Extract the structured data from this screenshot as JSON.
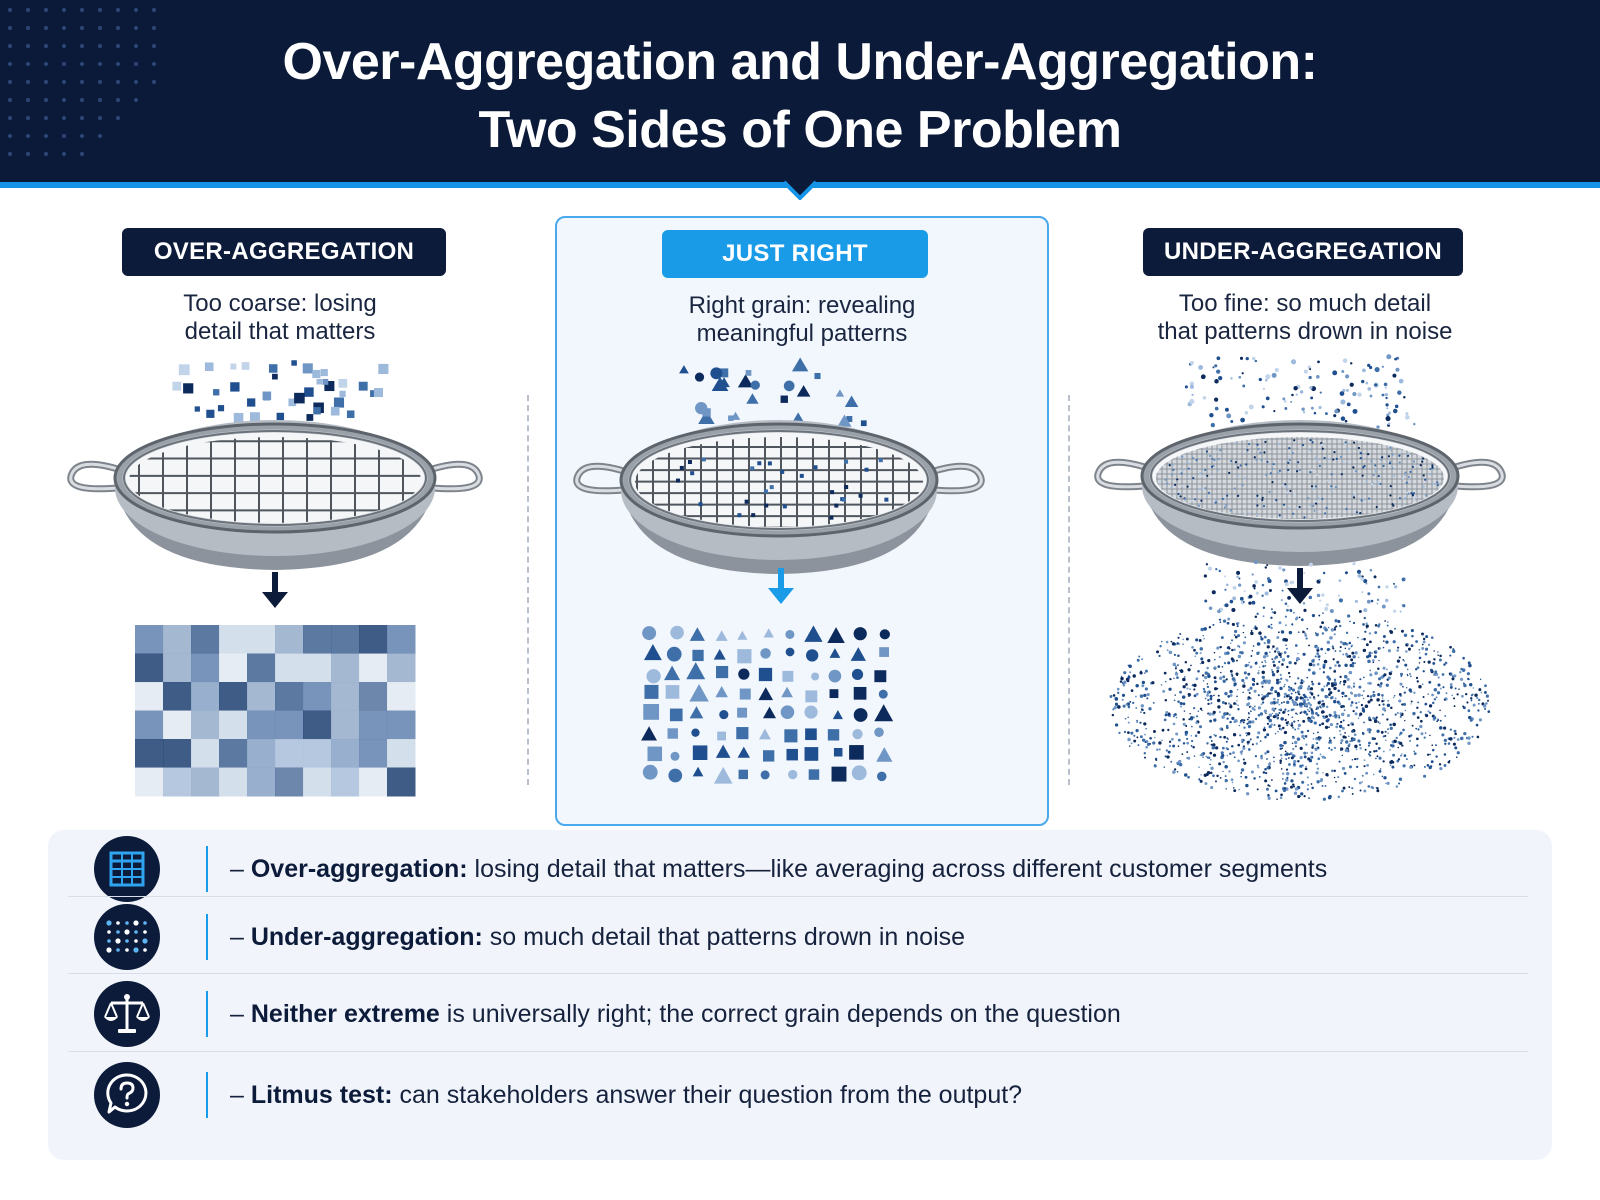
{
  "header": {
    "title_line1": "Over-Aggregation and Under-Aggregation:",
    "title_line2": "Two Sides of One Problem"
  },
  "panels": {
    "over": {
      "badge": "OVER-AGGREGATION",
      "subtitle_line1": "Too coarse: losing",
      "subtitle_line2": "detail that matters"
    },
    "just": {
      "badge": "JUST RIGHT",
      "subtitle_line1": "Right grain: revealing",
      "subtitle_line2": "meaningful patterns"
    },
    "under": {
      "badge": "UNDER-AGGREGATION",
      "subtitle_line1": "Too fine: so much detail",
      "subtitle_line2": "that patterns drown in noise"
    }
  },
  "points": [
    {
      "prefix": "– ",
      "bold": "Over-aggregation:",
      "text": " losing detail that matters—like averaging across different customer segments",
      "icon": "table-grid-icon"
    },
    {
      "prefix": "– ",
      "bold": "Under-aggregation:",
      "text": " so much detail that patterns drown in noise",
      "icon": "dots-scatter-icon"
    },
    {
      "prefix": "– ",
      "bold": "Neither extreme",
      "text": " is universally right; the correct grain depends on the question",
      "icon": "balance-scale-icon"
    },
    {
      "prefix": "– ",
      "bold": "Litmus test:",
      "text": " can stakeholders answer their question from the output?",
      "icon": "question-bubble-icon"
    }
  ],
  "colors": {
    "navy": "#0b1a38",
    "accent_blue": "#1593e6",
    "panel_highlight_bg": "#f2f7fd"
  }
}
